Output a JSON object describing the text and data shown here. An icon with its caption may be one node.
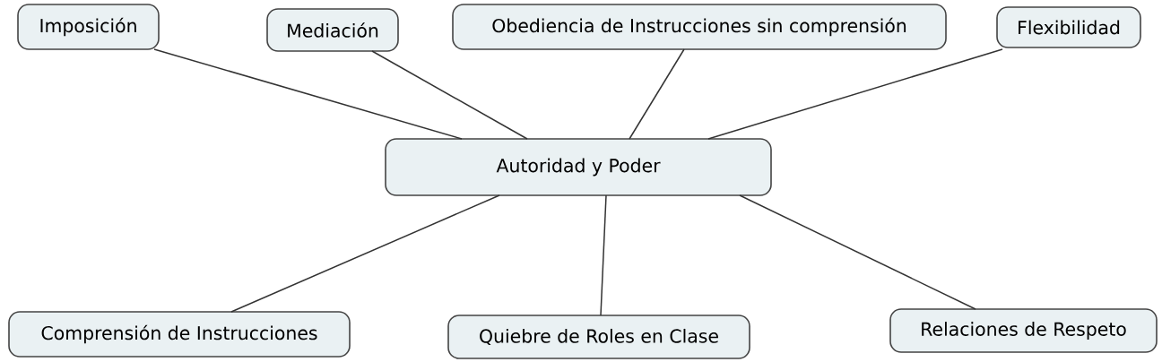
{
  "diagram": {
    "nodes": [
      {
        "text": [
          "Imposición"
        ]
      },
      {
        "text": [
          "Mediación"
        ]
      },
      {
        "text": [
          "Obediencia de Instrucciones sin comprensión"
        ]
      },
      {
        "text": [
          "Flexibilidad"
        ]
      },
      {
        "text": [
          "Autoridad y Poder"
        ]
      },
      {
        "text": [
          "Comprensión de Instrucciones"
        ]
      },
      {
        "text": [
          "Quiebre de Roles en Clase"
        ]
      },
      {
        "text": [
          "Relaciones de Respeto"
        ]
      }
    ],
    "edges": [
      {
        "from": 4,
        "to": 0,
        "arrow": "none"
      },
      {
        "from": 4,
        "to": 1,
        "arrow": "none"
      },
      {
        "from": 4,
        "to": 2,
        "arrow": "none"
      },
      {
        "from": 4,
        "to": 3,
        "arrow": "none"
      },
      {
        "from": 4,
        "to": 5,
        "arrow": "none"
      },
      {
        "from": 4,
        "to": 6,
        "arrow": "none"
      },
      {
        "from": 4,
        "to": 7,
        "arrow": "none"
      }
    ]
  }
}
